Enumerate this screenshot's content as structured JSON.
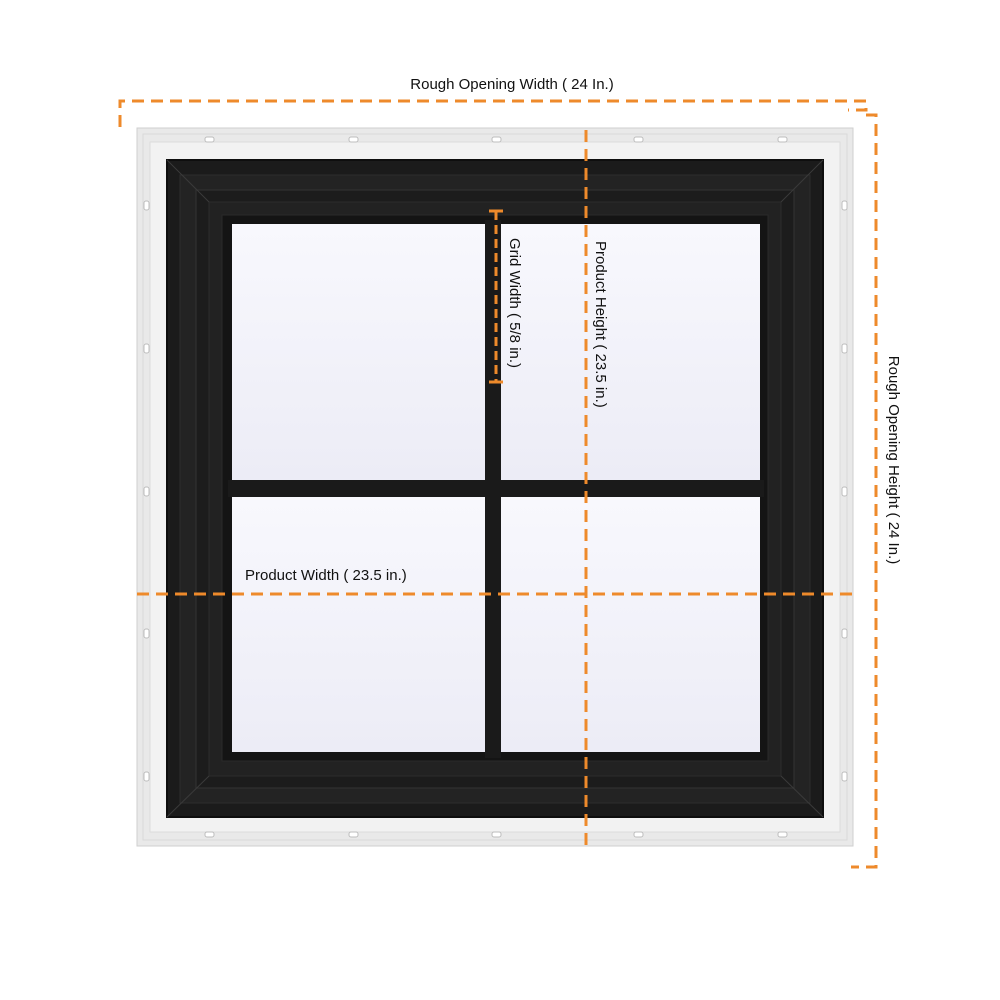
{
  "labels": {
    "rough_opening_width": "Rough Opening Width ( 24 In.)",
    "rough_opening_height": "Rough Opening Height ( 24 In.)",
    "product_width": "Product Width ( 23.5 in.)",
    "product_height": "Product Height ( 23.5 in.)",
    "grid_width": "Grid Width ( 5/8 in.)"
  },
  "colors": {
    "dimension_line": "#ee8a2b",
    "frame": "#1d1d1d",
    "flange": "#e6e6e6",
    "glass": "#f4f4fb",
    "background": "#ffffff"
  }
}
